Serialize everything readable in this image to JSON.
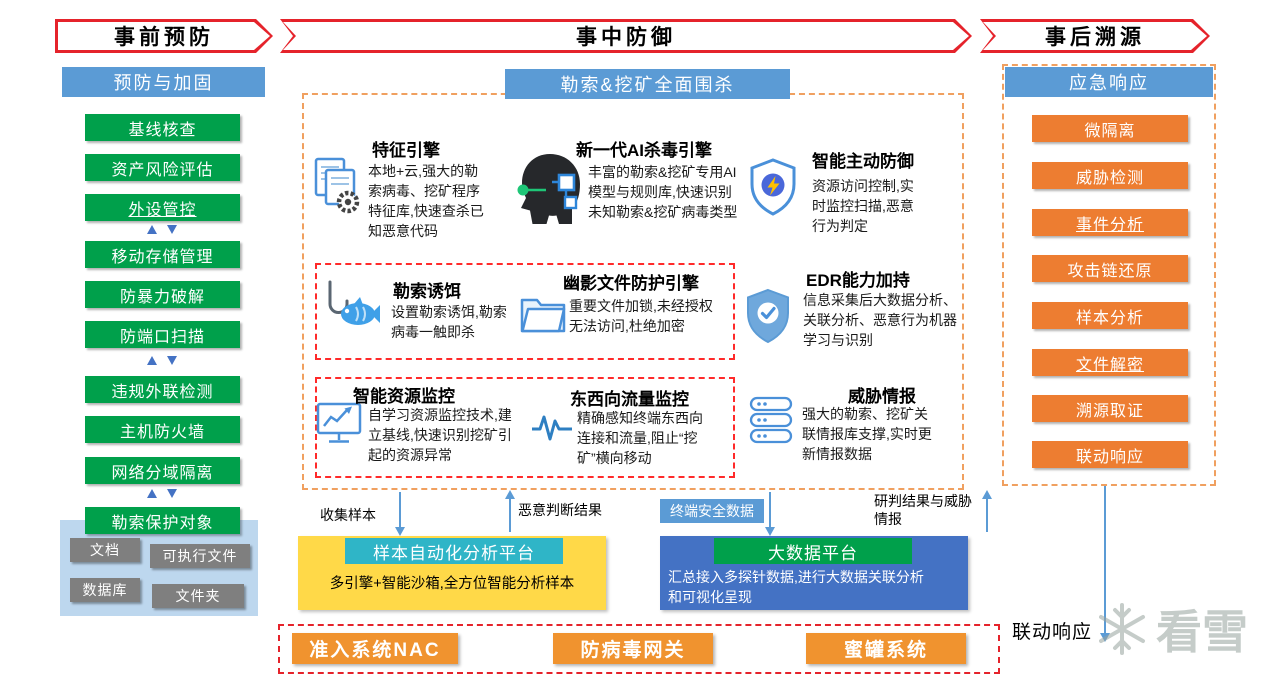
{
  "banners": {
    "pre_label": "事前预防",
    "mid_label": "事中防御",
    "post_label": "事后溯源"
  },
  "left": {
    "header": "预防与加固",
    "items": [
      "基线核查",
      "资产风险评估",
      "外设管控",
      "移动存储管理",
      "防暴力破解",
      "防端口扫描",
      "违规外联检测",
      "主机防火墙",
      "网络分域隔离"
    ],
    "protect_header": "勒索保护对象",
    "protect_objects": [
      "文档",
      "可执行文件",
      "数据库",
      "文件夹"
    ]
  },
  "middle": {
    "header": "勒索&挖矿全面围杀",
    "features": [
      {
        "title": "特征引擎",
        "icon": "document-gear-icon",
        "desc": "本地+云,强大的勒索病毒、挖矿程序特征库,快速查杀已知恶意代码"
      },
      {
        "title": "新一代AI杀毒引擎",
        "icon": "ai-head-icon",
        "desc": "丰富的勒索&挖矿专用AI模型与规则库,快速识别未知勒索&挖矿病毒类型"
      },
      {
        "title": "智能主动防御",
        "icon": "shield-lightning-icon",
        "desc": "资源访问控制,实时监控扫描,恶意行为判定"
      },
      {
        "title": "勒索诱饵",
        "icon": "fish-hook-icon",
        "desc": "设置勒索诱饵,勒索病毒一触即杀"
      },
      {
        "title": "幽影文件防护引擎",
        "icon": "folder-icon",
        "desc": "重要文件加锁,未经授权无法访问,杜绝加密"
      },
      {
        "title": "EDR能力加持",
        "icon": "shield-check-icon",
        "desc": "信息采集后大数据分析、关联分析、恶意行为机器学习与识别"
      },
      {
        "title": "智能资源监控",
        "icon": "monitor-chart-icon",
        "desc": "自学习资源监控技术,建立基线,快速识别挖矿引起的资源异常"
      },
      {
        "title": "东西向流量监控",
        "icon": "pulse-icon",
        "desc": "精确感知终端东西向连接和流量,阻止“挖矿”横向移动"
      },
      {
        "title": "威胁情报",
        "icon": "database-icon",
        "desc": "强大的勒索、挖矿关联情报库支撑,实时更新情报数据"
      }
    ],
    "flows": {
      "collect_samples": "收集样本",
      "malicious_result": "恶意判断结果",
      "endpoint_data": "终端安全数据",
      "intel_result": "研判结果与威胁情报",
      "linkage": "联动响应"
    },
    "sample_platform": {
      "title": "样本自动化分析平台",
      "desc": "多引擎+智能沙箱,全方位智能分析样本"
    },
    "bigdata_platform": {
      "title": "大数据平台",
      "desc": "汇总接入多探针数据,进行大数据关联分析和可视化呈现"
    },
    "bottom_systems": [
      "准入系统NAC",
      "防病毒网关",
      "蜜罐系统"
    ]
  },
  "right": {
    "header": "应急响应",
    "items": [
      "微隔离",
      "威胁检测",
      "事件分析",
      "攻击链还原",
      "样本分析",
      "文件解密",
      "溯源取证",
      "联动响应"
    ]
  },
  "watermark": "看雪",
  "colors": {
    "banner_red": "#E5232B",
    "header_blue": "#5B9BD5",
    "green": "#00A04B",
    "orange": "#ED7D31",
    "bright_orange": "#F0932F",
    "yellow": "#FFD948",
    "teal": "#2FB5C7",
    "bigdata_blue": "#4472C4",
    "gray": "#7F7F7F",
    "light_blue_bg": "#BDD7EE",
    "dashed_red": "#FF2A2A",
    "dashed_orange": "#F0A060",
    "arrow_blue": "#5B9BD5",
    "icon_blue": "#4A90D9"
  }
}
